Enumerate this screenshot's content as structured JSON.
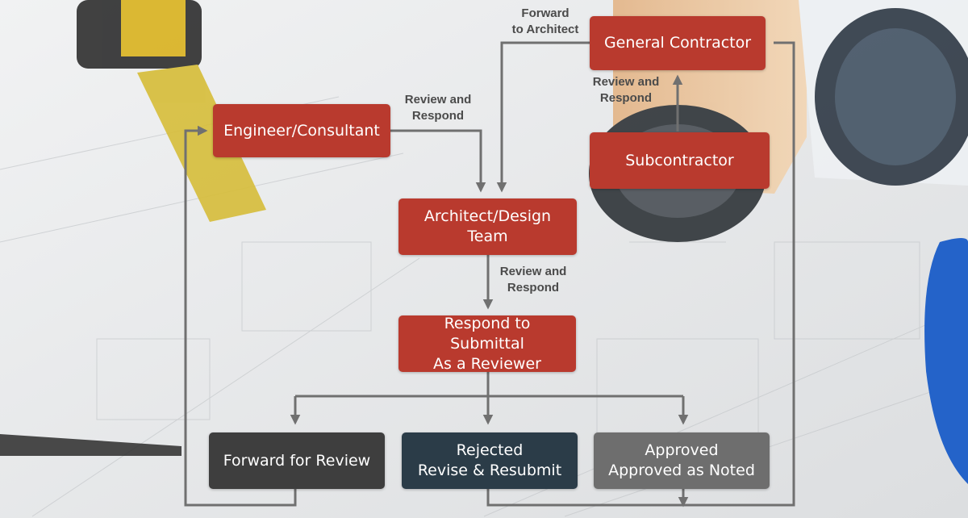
{
  "nodes": {
    "general_contractor": "General Contractor",
    "subcontractor": "Subcontractor",
    "engineer_consultant": "Engineer/Consultant",
    "architect_design_team": "Architect/Design Team",
    "respond_as_reviewer": "Respond to Submittal\nAs a Reviewer",
    "forward_for_review": "Forward for Review",
    "rejected": "Rejected\nRevise & Resubmit",
    "approved": "Approved\nApproved as Noted"
  },
  "edge_labels": {
    "forward_to_architect": "Forward\nto Architect",
    "gc_review_respond": "Review and\nRespond",
    "engineer_review_respond": "Review and\nRespond",
    "architect_review_respond": "Review and\nRespond"
  },
  "colors": {
    "node_red": "#b93a2e",
    "node_dark": "#3e3e3e",
    "node_navy": "#2b3c48",
    "node_grey": "#6e6e6e",
    "connector": "#707070",
    "label_text": "#4b4b4b"
  }
}
